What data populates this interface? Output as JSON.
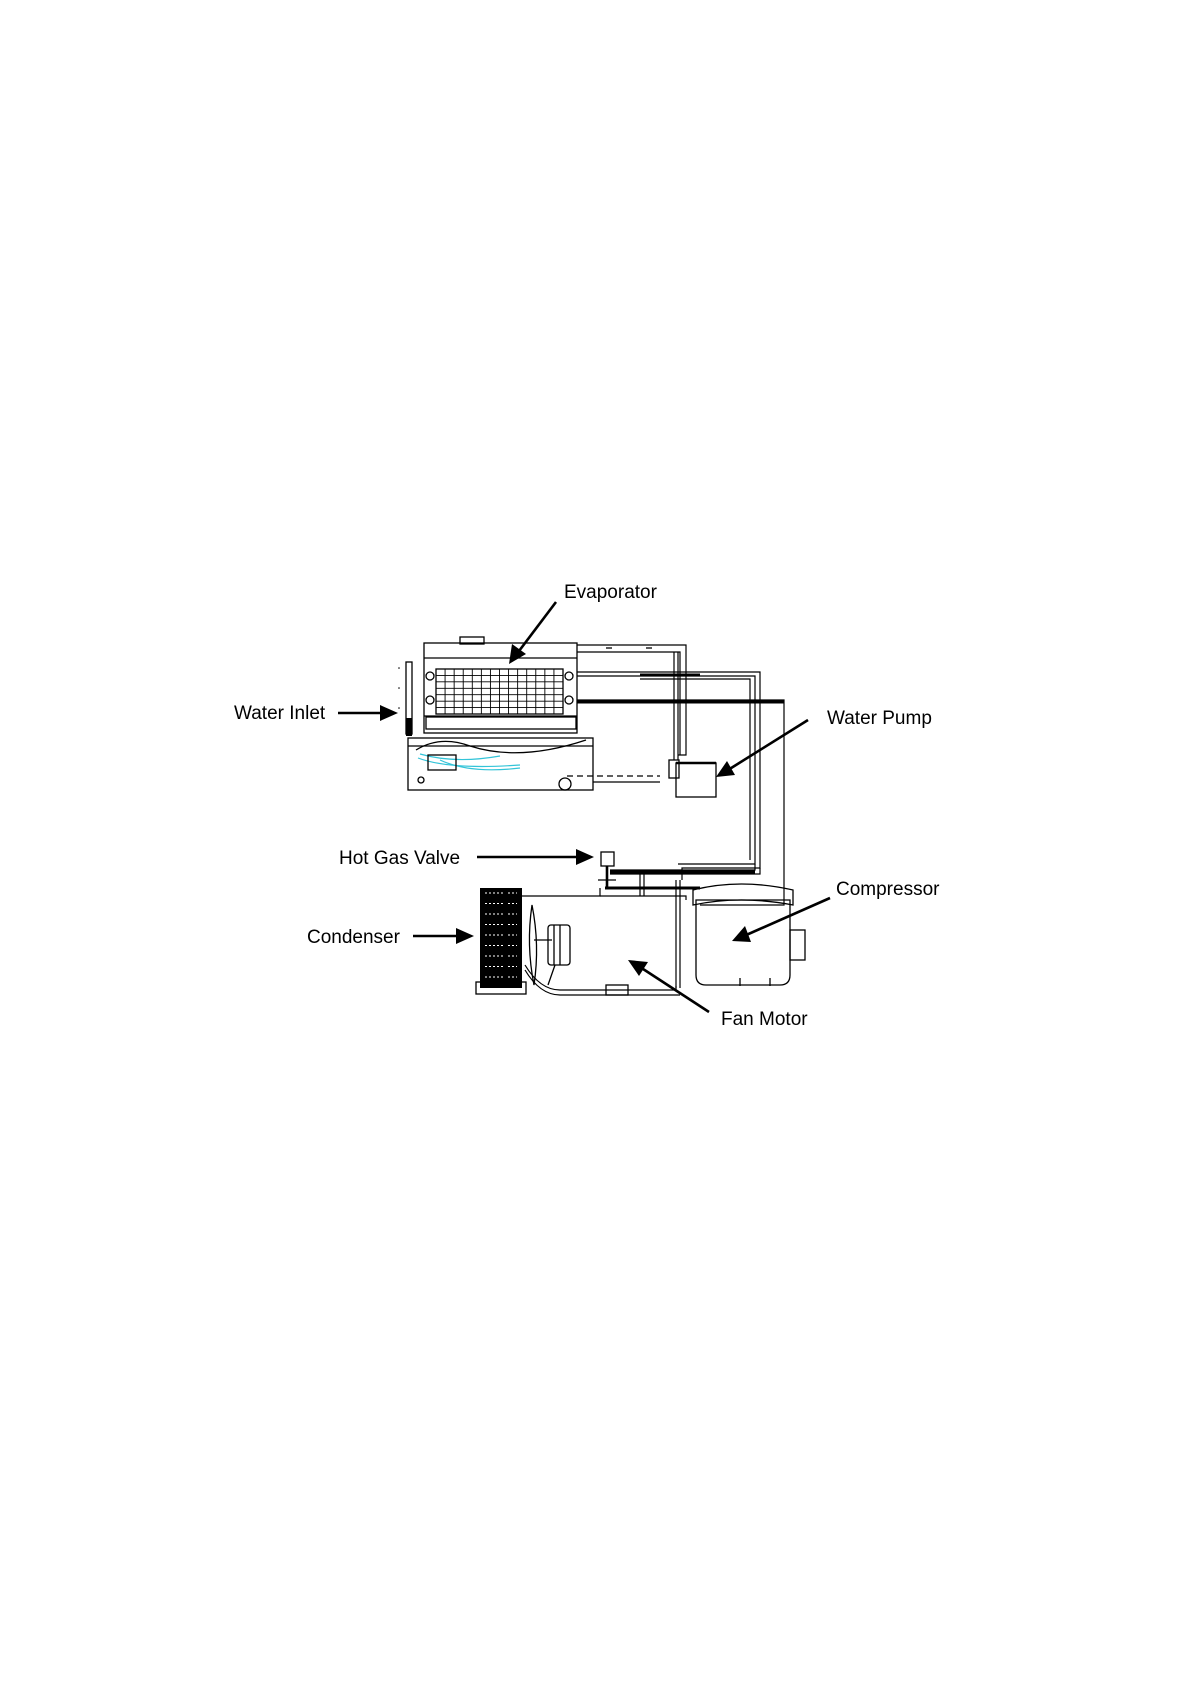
{
  "labels": {
    "evaporator": "Evaporator",
    "water_inlet": "Water Inlet",
    "water_pump": "Water Pump",
    "hot_gas_valve": "Hot Gas Valve",
    "compressor": "Compressor",
    "condenser": "Condenser",
    "fan_motor": "Fan Motor"
  }
}
